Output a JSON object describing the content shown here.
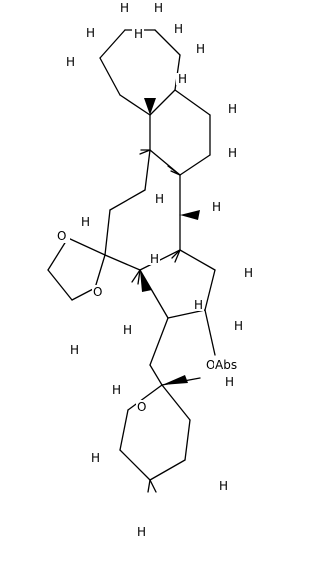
{
  "molecule": {
    "name": "",
    "atom_labels": {
      "H": "H",
      "O": "O",
      "abs": "Abs"
    }
  }
}
